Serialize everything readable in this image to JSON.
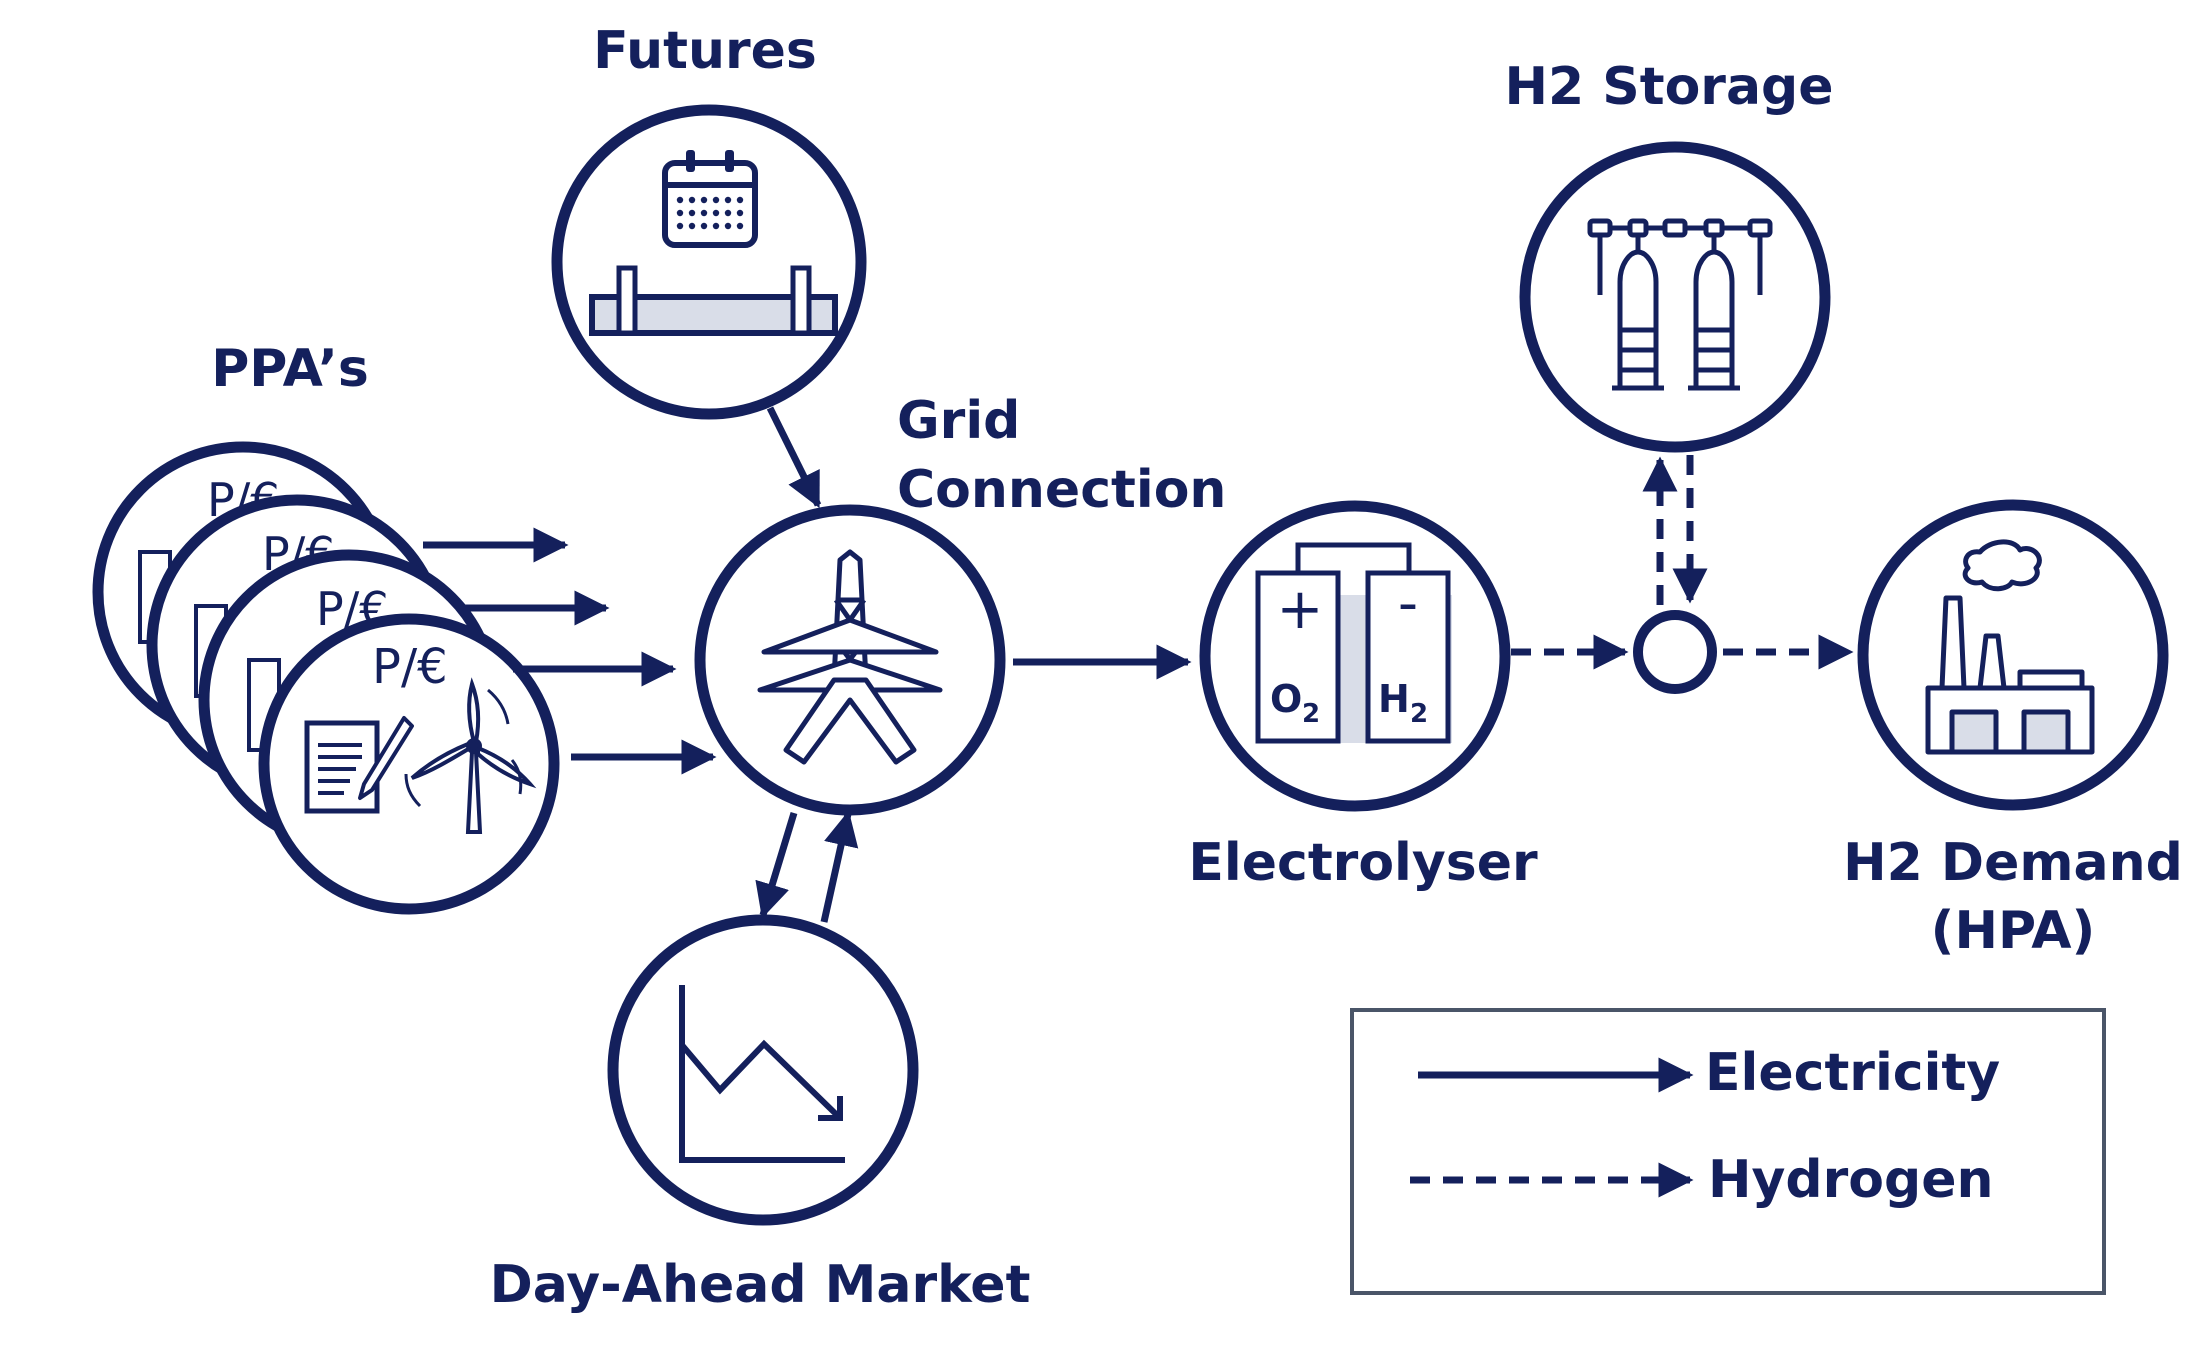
{
  "colors": {
    "primary": "#14205c",
    "fill_light": "#d9dde8",
    "legend_border": "#4a5568"
  },
  "labels": {
    "futures": "Futures",
    "ppas": "PPA’s",
    "grid_line1": "Grid",
    "grid_line2": "Connection",
    "electrolyser": "Electrolyser",
    "h2_storage": "H2 Storage",
    "h2_demand_line1": "H2 Demand",
    "h2_demand_line2": "(HPA)",
    "day_ahead": "Day-Ahead Market"
  },
  "ppa": {
    "price_label": "P/€",
    "price_label_partial": "P/€"
  },
  "electrolyser_cell": {
    "plus": "+",
    "minus": "-",
    "o2": "O",
    "o2_sub": "2",
    "h2": "H",
    "h2_sub": "2"
  },
  "legend": {
    "electricity": "Electricity",
    "hydrogen": "Hydrogen"
  }
}
